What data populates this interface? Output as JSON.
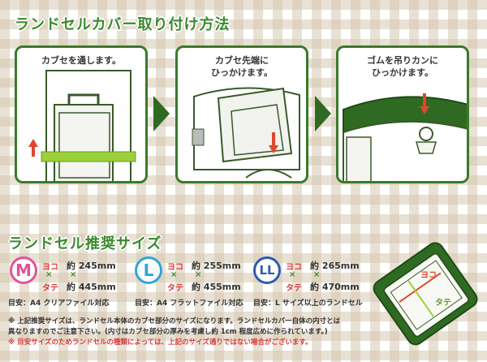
{
  "section1": {
    "title": "ランドセルカバー取り付け方法",
    "steps": [
      {
        "text": "カブセを通します。"
      },
      {
        "text": "カブセ先端に\nひっかけます。"
      },
      {
        "text": "ゴムを吊りカンに\nひっかけます。"
      }
    ]
  },
  "section2": {
    "title": "ランドセル推奨サイズ",
    "sizes": [
      {
        "badge": "M",
        "color": "#e0529a",
        "yoko_label": "ヨコ",
        "tate_label": "タテ",
        "yoko_value": "約 245mm",
        "tate_value": "約 445mm",
        "times": "×",
        "guide": "目安：A4 クリアファイル対応"
      },
      {
        "badge": "L",
        "color": "#2fa7d6",
        "yoko_label": "ヨコ",
        "tate_label": "タテ",
        "yoko_value": "約 255mm",
        "tate_value": "約 455mm",
        "times": "×",
        "guide": "目安：A4 フラットファイル対応"
      },
      {
        "badge": "LL",
        "color": "#2a5cb0",
        "yoko_label": "ヨコ",
        "tate_label": "タテ",
        "yoko_value": "約 265mm",
        "tate_value": "約 470mm",
        "times": "×",
        "guide": "目安：L サイズ以上のランドセル"
      }
    ],
    "diagram_labels": {
      "yoko": "ヨコ",
      "tate": "タテ"
    },
    "notes": [
      "※ 上記推奨サイズは、ランドセル本体のカブセ部分のサイズになります。ランドセルカバー自体の内寸とは",
      "異なりますのでご注意下さい。(内寸はカブセ部分の厚みを考慮し約 1cm 程度広めに作られています。)"
    ],
    "note_red": "※ 目安サイズのためランドセルの種類によっては、上記のサイズ通りではない場合がございます。"
  },
  "colors": {
    "brand_green": "#3a8a2c",
    "dark_green": "#2f6a22",
    "arrow_red": "#e0462c",
    "band_green": "#9ad13a"
  }
}
